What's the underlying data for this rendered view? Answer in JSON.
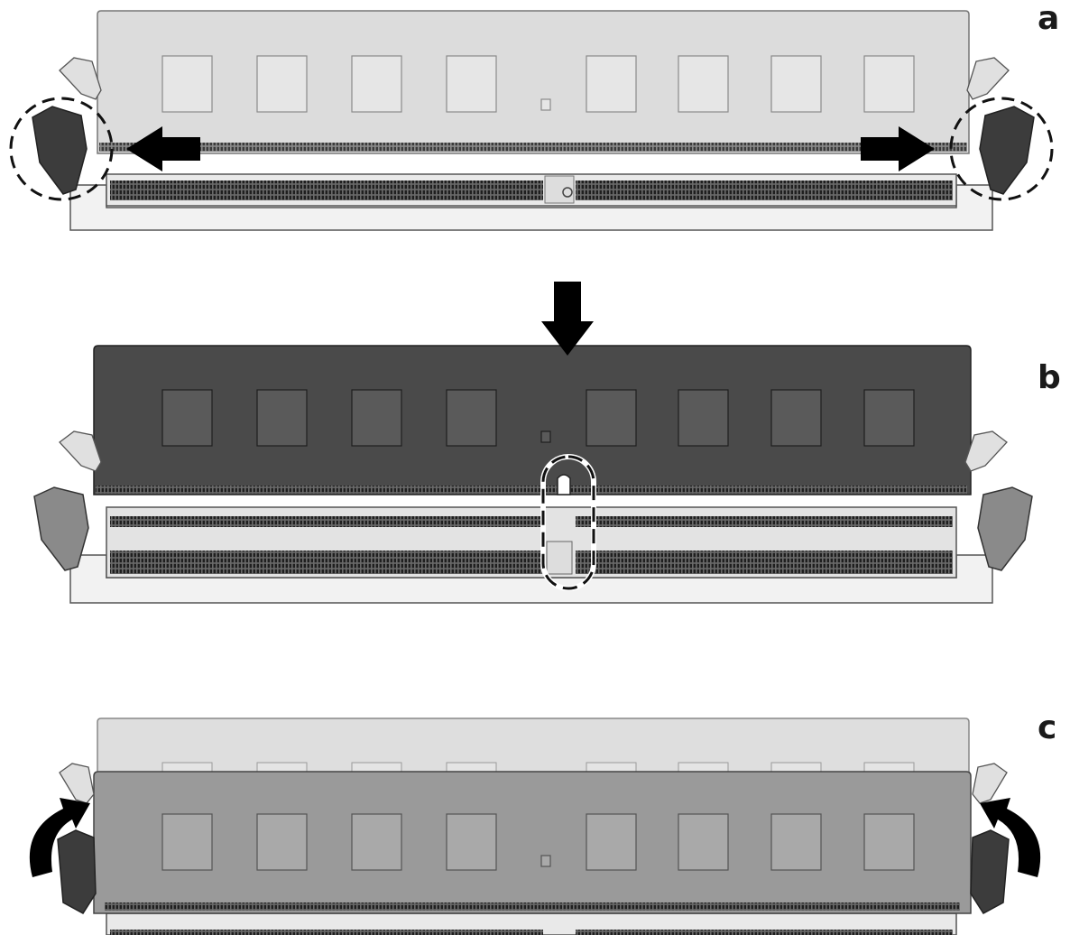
{
  "steps": [
    {
      "id": "a",
      "label": "a",
      "module_color": "#dcdcdc",
      "chip_color": "#e6e6e6"
    },
    {
      "id": "b",
      "label": "b",
      "module_color": "#4a4a4a",
      "chip_color": "#5a5a5a"
    },
    {
      "id": "c",
      "label": "c",
      "module_color": "#9a9a9a",
      "chip_color": "#a9a9a9"
    }
  ],
  "colors": {
    "arrow": "#000000",
    "slot": "#f2f2f2",
    "pins": "#2b2b2b",
    "latch_dark": "#3a3a3a",
    "latch_light": "#c8c8c8"
  }
}
